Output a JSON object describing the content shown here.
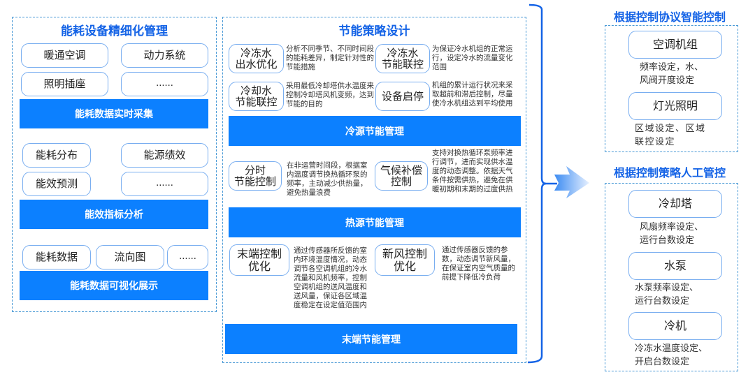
{
  "left": {
    "title": "能耗设备精细化管理",
    "group1": {
      "items": [
        "暖通空调",
        "动力系统",
        "照明插座",
        "......"
      ],
      "banner": "能耗数据实时采集"
    },
    "group2": {
      "items": [
        "能耗分布",
        "能源绩效",
        "能效预测",
        "......"
      ],
      "banner": "能效指标分析"
    },
    "group3": {
      "items": [
        "能耗数据",
        "流向图",
        "......"
      ],
      "banner": "能耗数据可视化展示"
    }
  },
  "middle": {
    "title": "节能策略设计",
    "cold": {
      "banner": "冷源节能管理",
      "items": [
        {
          "label": "冷冻水\n出水优化",
          "desc": "分析不同季节、不同时间段的能耗差异，制定针对性的节能措施"
        },
        {
          "label": "冷冻水\n节能联控",
          "desc": "为保证冷水机组的正常运行，设定冷水的流量变化范围"
        },
        {
          "label": "冷却水\n节能联控",
          "desc": "采用最低冷却塔供水温度来控制冷却塔风机变频，达到节能的目的"
        },
        {
          "label": "设备启停",
          "desc": "机组的累计运行状况来采取超前和滞后控制，尽量使冷水机组达到平均使用"
        }
      ]
    },
    "heat": {
      "banner": "热源节能管理",
      "items": [
        {
          "label": "分时\n节能控制",
          "desc": "在非运营时间段，根据室内温度调节换热循环泵的频率，主动减少供热量，避免热量浪费"
        },
        {
          "label": "气候补偿\n控制",
          "desc": "支持对换热循环泵频率进行调节，进而实现供水温度的动态调整。依据天气条件按需供热，避免在供暖初期和末期的过度供热"
        }
      ]
    },
    "terminal": {
      "banner": "末端节能管理",
      "items": [
        {
          "label": "末端控制\n优化",
          "desc": "通过传感器所反馈的室内环境温度情况，动态调节各空调机组的冷水流量和风机频率，控制空调机组的送风温度和送风量，保证各区域温度稳定在设定值范围内"
        },
        {
          "label": "新风控制\n优化",
          "desc": "通过传感器反馈的参数，动态调节新风量，在保证室内空气质量的前提下降低冷负荷"
        }
      ]
    }
  },
  "right": {
    "smart": {
      "title": "根据控制协议智能控制",
      "items": [
        {
          "label": "空调机组",
          "desc": "频率设定，水、\n风阀开度设定"
        },
        {
          "label": "灯光照明",
          "desc": "区域设定、区域\n联控设定"
        }
      ]
    },
    "manual": {
      "title": "根据控制策略人工管控",
      "items": [
        {
          "label": "冷却塔",
          "desc": "风扇频率设定、\n运行台数设定"
        },
        {
          "label": "水泵",
          "desc": "水泵频率设定、\n运行台数设定"
        },
        {
          "label": "冷机",
          "desc": "冷冻水温度设定、\n开启台数设定"
        }
      ]
    }
  },
  "colors": {
    "banner": "#0c80ff",
    "title": "#1463e6",
    "pill_border": "#79aef0",
    "dashed_border": "#4a9ad6"
  }
}
